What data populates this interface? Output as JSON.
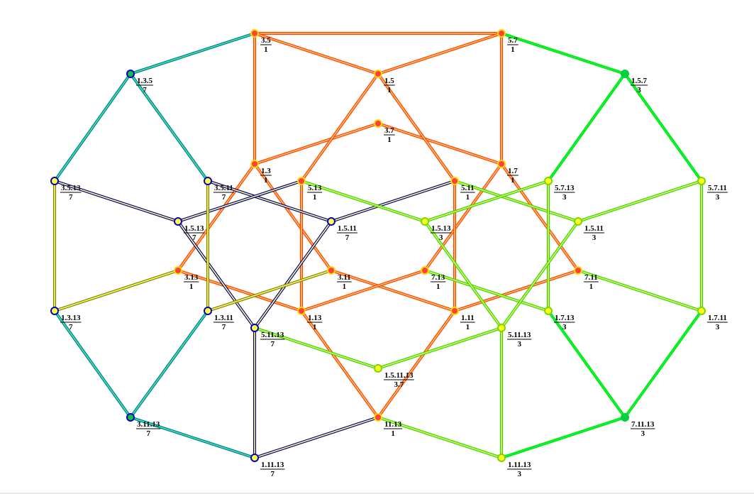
{
  "palette": {
    "red": {
      "fill": "#ff4040",
      "ring": "#ffd800"
    },
    "blue": {
      "fill": "#ffff40",
      "ring": "#0000c8"
    },
    "yg": {
      "fill": "#ffff20",
      "ring": "#78d800"
    },
    "green": {
      "fill": "#00d040",
      "ring": "#00d040"
    },
    "bgreen": {
      "fill": "#10c040",
      "ring": "#0000c8"
    },
    "edges": {
      "orange": {
        "outer": "#ff4000",
        "inner": "#ffc060"
      },
      "green": {
        "outer": "#00e000",
        "inner": "#00ff40"
      },
      "teal": {
        "outer": "#008080",
        "inner": "#40e0c0"
      },
      "yblue": {
        "outer": "#000080",
        "inner": "#ffff90"
      },
      "ygreen": {
        "outer": "#40d000",
        "inner": "#d0ff60"
      },
      "olive": {
        "outer": "#808000",
        "inner": "#ffff60"
      }
    }
  },
  "nodes": [
    {
      "id": "3.5/1",
      "num": "3.5",
      "den": "1",
      "color": "red"
    },
    {
      "id": "5.7/1",
      "num": "5.7",
      "den": "1",
      "color": "red"
    },
    {
      "id": "1.3.5/7",
      "num": "1.3.5",
      "den": "7",
      "color": "bgreen"
    },
    {
      "id": "1.5/1",
      "num": "1.5",
      "den": "1",
      "color": "red"
    },
    {
      "id": "1.5.7/3",
      "num": "1.5.7",
      "den": "3",
      "color": "green"
    },
    {
      "id": "3.7/1",
      "num": "3.7",
      "den": "1",
      "color": "red"
    },
    {
      "id": "1.3/1",
      "num": "1.3",
      "den": "1",
      "color": "red"
    },
    {
      "id": "1.7/1",
      "num": "1.7",
      "den": "1",
      "color": "red"
    },
    {
      "id": "3.5.13/7",
      "num": "3.5.13",
      "den": "7",
      "color": "blue"
    },
    {
      "id": "3.5.11/7",
      "num": "3.5.11",
      "den": "7",
      "color": "blue"
    },
    {
      "id": "5.13/1",
      "num": "5.13",
      "den": "1",
      "color": "red"
    },
    {
      "id": "5.11/1",
      "num": "5.11",
      "den": "1",
      "color": "red"
    },
    {
      "id": "5.7.13/3",
      "num": "5.7.13",
      "den": "3",
      "color": "yg"
    },
    {
      "id": "5.7.11/3",
      "num": "5.7.11",
      "den": "3",
      "color": "yg"
    },
    {
      "id": "1.5.13/7",
      "num": "1.5.13",
      "den": "7",
      "color": "blue"
    },
    {
      "id": "1.5.11/7",
      "num": "1.5.11",
      "den": "7",
      "color": "blue"
    },
    {
      "id": "1.5.13/3",
      "num": "1.5.13",
      "den": "3",
      "color": "yg"
    },
    {
      "id": "1.5.11/3",
      "num": "1.5.11",
      "den": "3",
      "color": "yg"
    },
    {
      "id": "3.13/1",
      "num": "3.13",
      "den": "1",
      "color": "red"
    },
    {
      "id": "3.11/1",
      "num": "3.11",
      "den": "1",
      "color": "red"
    },
    {
      "id": "7.13/1",
      "num": "7.13",
      "den": "1",
      "color": "red"
    },
    {
      "id": "7.11/1",
      "num": "7.11",
      "den": "1",
      "color": "red"
    },
    {
      "id": "1.3.13/7",
      "num": "1.3.13",
      "den": "7",
      "color": "blue"
    },
    {
      "id": "1.3.11/7",
      "num": "1.3.11",
      "den": "7",
      "color": "blue"
    },
    {
      "id": "1.13/1",
      "num": "1.13",
      "den": "1",
      "color": "red"
    },
    {
      "id": "1.11/1",
      "num": "1.11",
      "den": "1",
      "color": "red"
    },
    {
      "id": "1.7.13/3",
      "num": "1.7.13",
      "den": "3",
      "color": "yg"
    },
    {
      "id": "1.7.11/3",
      "num": "1.7.11",
      "den": "3",
      "color": "yg"
    },
    {
      "id": "5.11.13/7",
      "num": "5.11.13",
      "den": "7",
      "color": "blue"
    },
    {
      "id": "5.11.13/3",
      "num": "5.11.13",
      "den": "3",
      "color": "yg"
    },
    {
      "id": "1.5.11.13/3.7",
      "num": "1.5.11.13",
      "den": "3.7",
      "color": "yg"
    },
    {
      "id": "3.11.13/7",
      "num": "3.11.13",
      "den": "7",
      "color": "bgreen"
    },
    {
      "id": "11.13/1",
      "num": "11.13",
      "den": "1",
      "color": "red"
    },
    {
      "id": "7.11.13/3",
      "num": "7.11.13",
      "den": "3",
      "color": "green"
    },
    {
      "id": "1.11.13/7",
      "num": "1.11.13",
      "den": "7",
      "color": "blue"
    },
    {
      "id": "1.11.13/3",
      "num": "1.11.13",
      "den": "3",
      "color": "yg"
    }
  ],
  "edges": [
    [
      "3.5/1",
      "5.7/1",
      "orange"
    ],
    [
      "3.5/1",
      "1.5/1",
      "orange"
    ],
    [
      "5.7/1",
      "1.5/1",
      "orange"
    ],
    [
      "3.5/1",
      "1.3/1",
      "orange"
    ],
    [
      "5.7/1",
      "1.7/1",
      "orange"
    ],
    [
      "1.3/1",
      "3.7/1",
      "orange"
    ],
    [
      "3.7/1",
      "1.7/1",
      "orange"
    ],
    [
      "1.5/1",
      "5.13/1",
      "orange"
    ],
    [
      "1.5/1",
      "5.11/1",
      "orange"
    ],
    [
      "1.3/1",
      "3.13/1",
      "orange"
    ],
    [
      "1.3/1",
      "3.11/1",
      "orange"
    ],
    [
      "1.7/1",
      "7.13/1",
      "orange"
    ],
    [
      "1.7/1",
      "7.11/1",
      "orange"
    ],
    [
      "5.13/1",
      "1.13/1",
      "orange"
    ],
    [
      "5.11/1",
      "1.11/1",
      "orange"
    ],
    [
      "3.13/1",
      "1.13/1",
      "orange"
    ],
    [
      "3.11/1",
      "1.11/1",
      "orange"
    ],
    [
      "7.13/1",
      "1.13/1",
      "orange"
    ],
    [
      "7.11/1",
      "1.11/1",
      "orange"
    ],
    [
      "1.13/1",
      "11.13/1",
      "orange"
    ],
    [
      "1.11/1",
      "11.13/1",
      "orange"
    ],
    [
      "5.7/1",
      "1.5.7/3",
      "green"
    ],
    [
      "1.5.7/3",
      "5.7.13/3",
      "green"
    ],
    [
      "1.5.7/3",
      "5.7.11/3",
      "green"
    ],
    [
      "1.7.11/3",
      "7.11.13/3",
      "green"
    ],
    [
      "1.7.13/3",
      "7.11.13/3",
      "green"
    ],
    [
      "7.11.13/3",
      "1.11.13/3",
      "green"
    ],
    [
      "3.5/1",
      "1.3.5/7",
      "teal"
    ],
    [
      "1.3.5/7",
      "3.5.13/7",
      "teal"
    ],
    [
      "1.3.5/7",
      "3.5.11/7",
      "teal"
    ],
    [
      "1.3.13/7",
      "3.11.13/7",
      "teal"
    ],
    [
      "1.3.11/7",
      "3.11.13/7",
      "teal"
    ],
    [
      "3.11.13/7",
      "1.11.13/7",
      "teal"
    ],
    [
      "3.5.13/7",
      "1.5.13/7",
      "yblue"
    ],
    [
      "3.5.11/7",
      "1.5.11/7",
      "yblue"
    ],
    [
      "5.13/1",
      "1.5.13/7",
      "yblue"
    ],
    [
      "5.11/1",
      "1.5.11/7",
      "yblue"
    ],
    [
      "1.5.11/7",
      "5.11.13/7",
      "yblue"
    ],
    [
      "1.5.13/7",
      "5.11.13/7",
      "yblue"
    ],
    [
      "5.11.13/7",
      "1.11.13/7",
      "yblue"
    ],
    [
      "11.13/1",
      "1.11.13/7",
      "yblue"
    ],
    [
      "3.5.13/7",
      "1.3.13/7",
      "olive"
    ],
    [
      "3.5.11/7",
      "1.3.11/7",
      "olive"
    ],
    [
      "3.13/1",
      "1.3.13/7",
      "olive"
    ],
    [
      "3.11/1",
      "1.3.11/7",
      "olive"
    ],
    [
      "5.13/1",
      "1.5.13/3",
      "ygreen"
    ],
    [
      "5.11/1",
      "1.5.11/3",
      "ygreen"
    ],
    [
      "5.7.13/3",
      "1.5.13/3",
      "ygreen"
    ],
    [
      "5.7.11/3",
      "1.5.11/3",
      "ygreen"
    ],
    [
      "5.7.13/3",
      "1.7.13/3",
      "ygreen"
    ],
    [
      "5.7.11/3",
      "1.7.11/3",
      "ygreen"
    ],
    [
      "7.13/1",
      "1.7.13/3",
      "ygreen"
    ],
    [
      "7.11/1",
      "1.7.11/3",
      "ygreen"
    ],
    [
      "1.5.13/3",
      "5.11.13/3",
      "ygreen"
    ],
    [
      "1.5.11/3",
      "5.11.13/3",
      "ygreen"
    ],
    [
      "5.11.13/7",
      "1.5.11.13/3.7",
      "ygreen"
    ],
    [
      "5.11.13/3",
      "1.5.11.13/3.7",
      "ygreen"
    ],
    [
      "5.11.13/3",
      "1.11.13/3",
      "ygreen"
    ],
    [
      "11.13/1",
      "1.11.13/3",
      "ygreen"
    ]
  ]
}
